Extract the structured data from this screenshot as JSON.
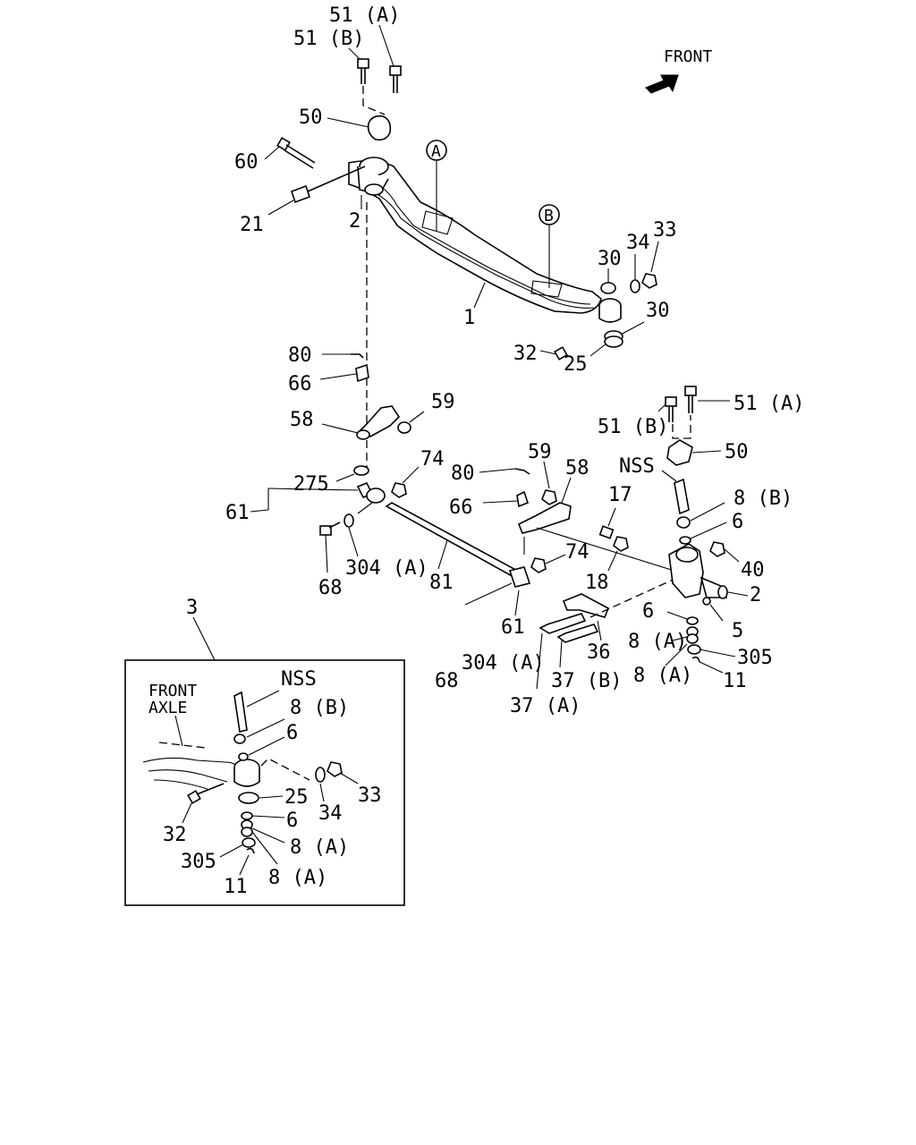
{
  "diagram": {
    "front_label": "FRONT",
    "circle_markers": [
      "A",
      "B"
    ],
    "callouts": [
      {
        "id": "c51a-top",
        "text": "51 (A)"
      },
      {
        "id": "c51b-top",
        "text": "51 (B)"
      },
      {
        "id": "c50-top",
        "text": "50"
      },
      {
        "id": "c60",
        "text": "60"
      },
      {
        "id": "c21",
        "text": "21"
      },
      {
        "id": "c2-top",
        "text": "2"
      },
      {
        "id": "c1",
        "text": "1"
      },
      {
        "id": "c30-a",
        "text": "30"
      },
      {
        "id": "c34-top",
        "text": "34"
      },
      {
        "id": "c33-top",
        "text": "33"
      },
      {
        "id": "c30-b",
        "text": "30"
      },
      {
        "id": "c32-top",
        "text": "32"
      },
      {
        "id": "c25-top",
        "text": "25"
      },
      {
        "id": "c80-left",
        "text": "80"
      },
      {
        "id": "c66-left",
        "text": "66"
      },
      {
        "id": "c58-left",
        "text": "58"
      },
      {
        "id": "c59-left",
        "text": "59"
      },
      {
        "id": "c275",
        "text": "275"
      },
      {
        "id": "c74-left",
        "text": "74"
      },
      {
        "id": "c61-left",
        "text": "61"
      },
      {
        "id": "c68-left",
        "text": "68"
      },
      {
        "id": "c304a-left",
        "text": "304 (A)"
      },
      {
        "id": "c81",
        "text": "81"
      },
      {
        "id": "c80-right",
        "text": "80"
      },
      {
        "id": "c59-right",
        "text": "59"
      },
      {
        "id": "c58-right",
        "text": "58"
      },
      {
        "id": "c66-right",
        "text": "66"
      },
      {
        "id": "c74-right",
        "text": "74"
      },
      {
        "id": "c17",
        "text": "17"
      },
      {
        "id": "c18",
        "text": "18"
      },
      {
        "id": "c61-right",
        "text": "61"
      },
      {
        "id": "c68-right",
        "text": "68"
      },
      {
        "id": "c304a-right",
        "text": "304 (A)"
      },
      {
        "id": "c36",
        "text": "36"
      },
      {
        "id": "c37b",
        "text": "37 (B)"
      },
      {
        "id": "c37a",
        "text": "37 (A)"
      },
      {
        "id": "c51b-right",
        "text": "51 (B)"
      },
      {
        "id": "c51a-right",
        "text": "51 (A)"
      },
      {
        "id": "c50-right",
        "text": "50"
      },
      {
        "id": "cnss-right",
        "text": "NSS"
      },
      {
        "id": "c8b-right",
        "text": "8 (B)"
      },
      {
        "id": "c6-right-a",
        "text": "6"
      },
      {
        "id": "c40",
        "text": "40"
      },
      {
        "id": "c2-right",
        "text": "2"
      },
      {
        "id": "c5",
        "text": "5"
      },
      {
        "id": "c6-right-b",
        "text": "6"
      },
      {
        "id": "c8a-right-a",
        "text": "8 (A)"
      },
      {
        "id": "c305-right",
        "text": "305"
      },
      {
        "id": "c8a-right-b",
        "text": "8 (A)"
      },
      {
        "id": "c11-right",
        "text": "11"
      },
      {
        "id": "c3",
        "text": "3"
      }
    ],
    "inset": {
      "title_line1": "FRONT",
      "title_line2": "AXLE",
      "callouts": [
        {
          "id": "i-nss",
          "text": "NSS"
        },
        {
          "id": "i-8b",
          "text": "8 (B)"
        },
        {
          "id": "i-6a",
          "text": "6"
        },
        {
          "id": "i-33",
          "text": "33"
        },
        {
          "id": "i-34",
          "text": "34"
        },
        {
          "id": "i-25",
          "text": "25"
        },
        {
          "id": "i-6b",
          "text": "6"
        },
        {
          "id": "i-8a-1",
          "text": "8 (A)"
        },
        {
          "id": "i-32",
          "text": "32"
        },
        {
          "id": "i-305",
          "text": "305"
        },
        {
          "id": "i-11",
          "text": "11"
        },
        {
          "id": "i-8a-2",
          "text": "8 (A)"
        }
      ]
    }
  }
}
